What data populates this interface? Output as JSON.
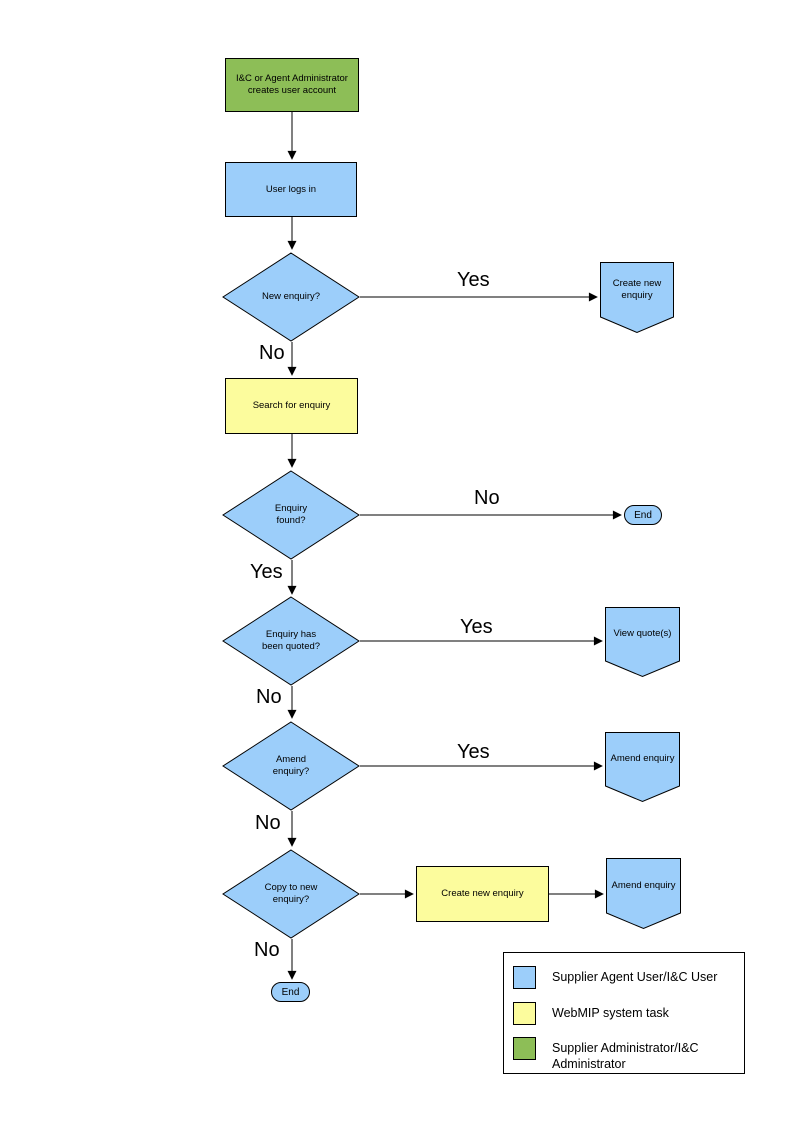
{
  "colors": {
    "user_task": "#9CCEFA",
    "system_task": "#FCFC9D",
    "admin_task": "#8DBE57",
    "stroke": "#000000"
  },
  "nodes": {
    "admin_creates_account": "I&C or Agent Administrator\ncreates user account",
    "user_logs_in": "User logs in",
    "new_enquiry": "New enquiry?",
    "create_new_enquiry_offpage": "Create new\nenquiry",
    "search_for_enquiry": "Search for enquiry",
    "enquiry_found": "Enquiry\nfound?",
    "end_right": "End",
    "enquiry_quoted": "Enquiry has\nbeen quoted?",
    "view_quotes": "View quote(s)",
    "amend_enquiry_q": "Amend\nenquiry?",
    "amend_enquiry_offpage": "Amend enquiry",
    "copy_to_new_enquiry": "Copy to new\nenquiry?",
    "create_new_enquiry_task": "Create new enquiry",
    "amend_enquiry_offpage_2": "Amend enquiry",
    "end_bottom": "End"
  },
  "edge_labels": {
    "yes": "Yes",
    "no": "No"
  },
  "legend": {
    "items": [
      {
        "label": "Supplier Agent User/I&C User"
      },
      {
        "label": "WebMIP system task"
      },
      {
        "label": "Supplier Administrator/I&C Administrator"
      }
    ]
  }
}
